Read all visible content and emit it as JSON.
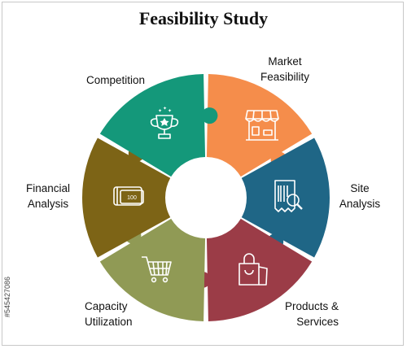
{
  "title": "Feasibility Study",
  "watermark_id": "#545427086",
  "segments": [
    {
      "id": "market",
      "label_lines": [
        "Market",
        "Feasibility"
      ],
      "color": "#f58d4b",
      "icon": "market-stall-icon"
    },
    {
      "id": "site",
      "label_lines": [
        "Site",
        "Analysis"
      ],
      "color": "#1f6686",
      "icon": "barcode-search-icon"
    },
    {
      "id": "products",
      "label_lines": [
        "Products &",
        "Services"
      ],
      "color": "#9b3c47",
      "icon": "shopping-bag-icon"
    },
    {
      "id": "capacity",
      "label_lines": [
        "Capacity",
        "Utilization"
      ],
      "color": "#909a55",
      "icon": "shopping-cart-icon"
    },
    {
      "id": "financial",
      "label_lines": [
        "Financial",
        "Analysis"
      ],
      "color": "#7d6416",
      "icon": "wallet-cash-icon"
    },
    {
      "id": "competition",
      "label_lines": [
        "Competition"
      ],
      "color": "#14987a",
      "icon": "trophy-icon"
    }
  ],
  "wallet_amount": "100"
}
